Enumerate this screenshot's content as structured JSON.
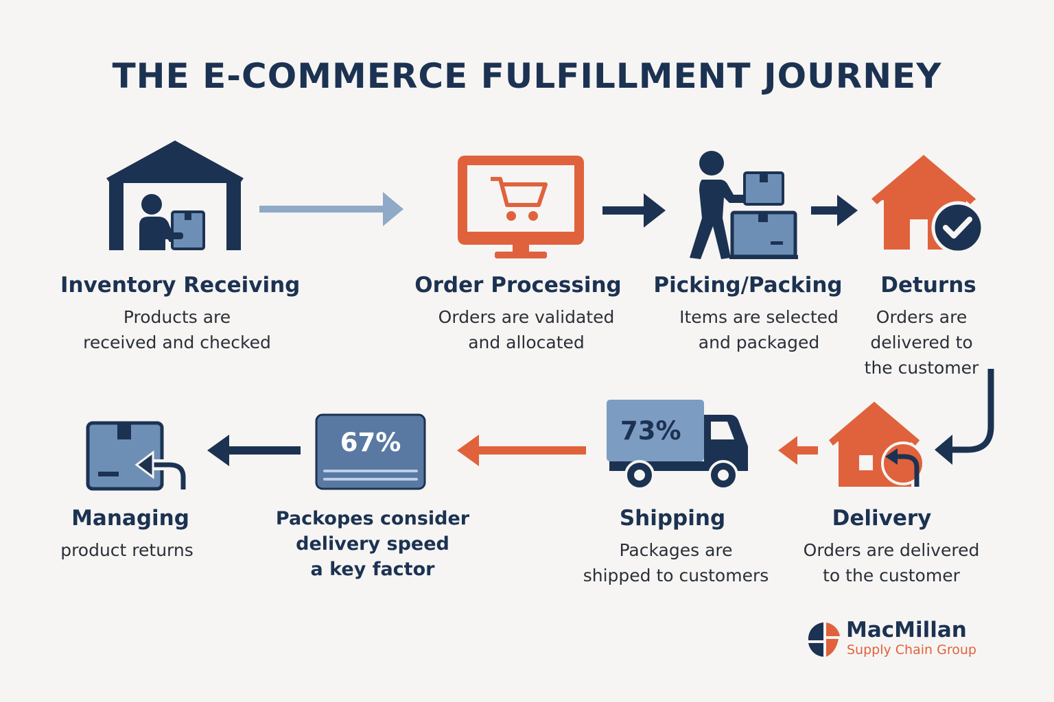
{
  "title": "THE E-COMMERCE FULFILLMENT JOURNEY",
  "colors": {
    "navy": "#1c3252",
    "steel_blue": "#6e8fb5",
    "orange": "#e0623c",
    "light_blue": "#8fb0d2"
  },
  "stages": [
    {
      "title": "Inventory Receiving",
      "desc": "Products are\nreceived and checked",
      "icon": "warehouse-icon"
    },
    {
      "title": "Order Processing",
      "desc": "Orders are validated\nand allocated",
      "icon": "monitor-cart-icon"
    },
    {
      "title": "Picking/Packing",
      "desc": "Items are selected\nand packaged",
      "icon": "worker-boxes-icon"
    },
    {
      "title": "Deturns",
      "desc": "Orders are\ndelivered to\nthe customer",
      "icon": "house-check-icon"
    },
    {
      "title": "Delivery",
      "desc": "Orders are delivered\nto the customer",
      "icon": "house-return-icon"
    },
    {
      "title": "Shipping",
      "desc": "Packages are\nshipped to customers",
      "icon": "truck-icon",
      "stat": "73%"
    },
    {
      "title": "",
      "desc": "Packopes consider\ndelivery speed\na key factor",
      "icon": "stat-card-icon",
      "stat": "67%"
    },
    {
      "title": "Managing",
      "desc": "product returns",
      "icon": "box-return-icon"
    }
  ],
  "logo": {
    "name": "MacMillan",
    "subtitle": "Supply Chain Group"
  }
}
